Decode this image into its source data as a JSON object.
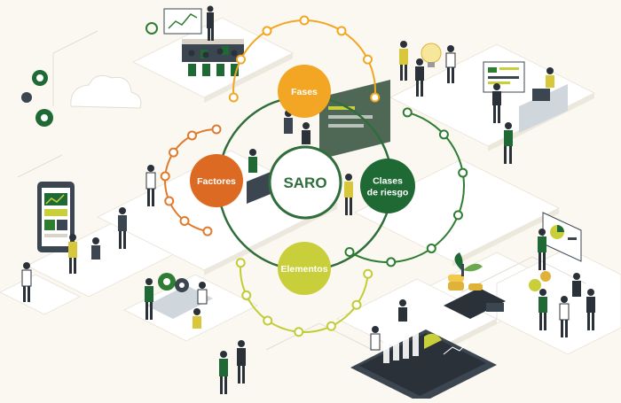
{
  "diagram": {
    "center": {
      "label": "SARO",
      "ring_color": "#2f6e3b",
      "text_color": "#2f6e3b"
    },
    "nodes": [
      {
        "key": "fases",
        "label": "Fases",
        "color": "#f2a623",
        "text_color": "#ffffff",
        "ring_color": "#f2a623"
      },
      {
        "key": "clases",
        "label": "Clases de riesgo",
        "lines": [
          "Clases",
          "de riesgo"
        ],
        "color": "#1f6a34",
        "text_color": "#ffffff",
        "ring_color": "#2e7d32"
      },
      {
        "key": "elementos",
        "label": "Elementos",
        "color": "#c9cf3a",
        "text_color": "#ffffff",
        "ring_color": "#c2cc36"
      },
      {
        "key": "factores",
        "label": "Factores",
        "color": "#dd6a22",
        "text_color": "#ffffff",
        "ring_color": "#e07a2c"
      }
    ],
    "connector_color": "#2f6e3b"
  },
  "colors": {
    "background": "#fbf8f1",
    "platform": "#ffffff",
    "platform_shadow": "#e6e2d8",
    "accent_green": "#1f6a34",
    "accent_lime": "#c9cf3a",
    "accent_orange": "#dd6a22",
    "accent_yellow": "#f2a623",
    "slate": "#3b4650"
  },
  "scene": {
    "illustrations": [
      "meeting-room-illustration",
      "lightbulb-idea-illustration",
      "dashboard-desk-illustration",
      "mobile-app-illustration",
      "gears-team-illustration",
      "handshake-illustration",
      "growth-chart-illustration",
      "coins-plant-illustration",
      "presentation-board-illustration",
      "cloud-icon",
      "map-pin-icon"
    ]
  }
}
